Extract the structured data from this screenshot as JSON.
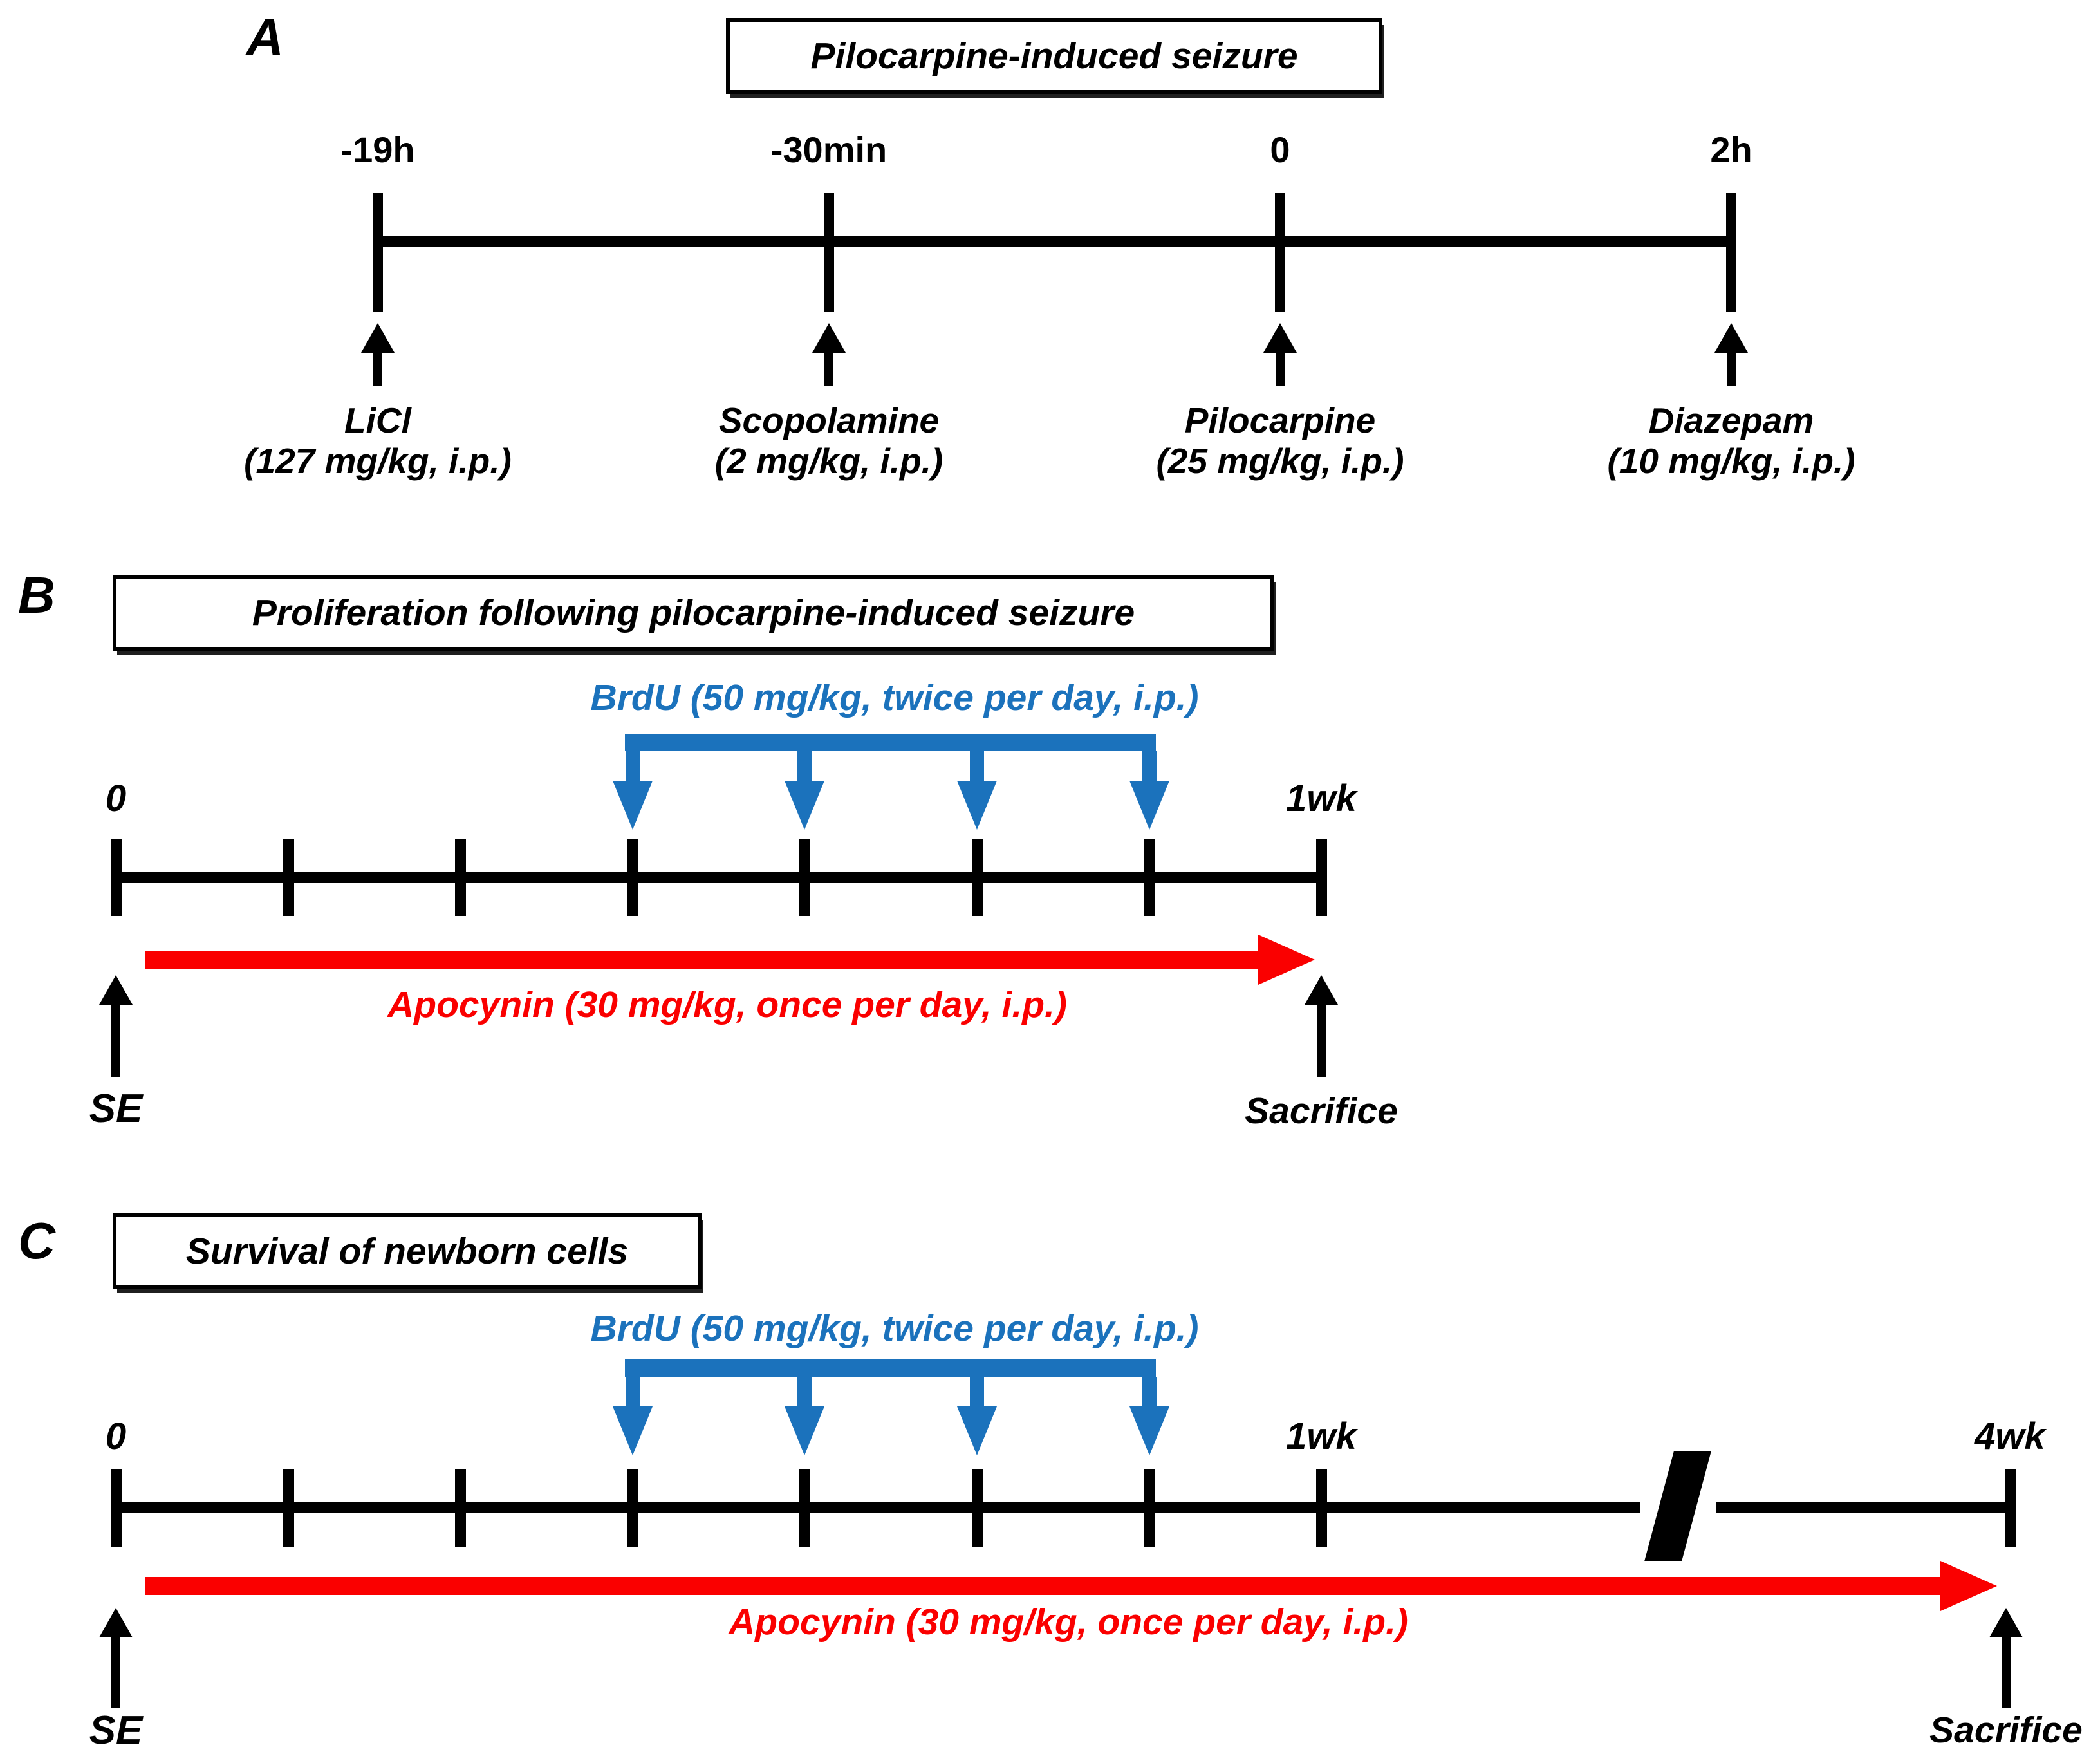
{
  "figure": {
    "background": "#ffffff",
    "colors": {
      "black": "#000000",
      "brdu_blue": "#1B72BC",
      "apocynin_red": "#FA0000"
    }
  },
  "panelA": {
    "label": "A",
    "title": "Pilocarpine-induced seizure",
    "timepoints": [
      {
        "time": "-19h",
        "drug": "LiCl",
        "dose": "(127 mg/kg, i.p.)"
      },
      {
        "time": "-30min",
        "drug": "Scopolamine",
        "dose": "(2 mg/kg, i.p.)"
      },
      {
        "time": "0",
        "drug": "Pilocarpine",
        "dose": "(25 mg/kg, i.p.)"
      },
      {
        "time": "2h",
        "drug": "Diazepam",
        "dose": "(10 mg/kg, i.p.)"
      }
    ]
  },
  "panelB": {
    "label": "B",
    "title": "Proliferation following pilocarpine-induced seizure",
    "brdu_label": "BrdU (50 mg/kg, twice per day, i.p.)",
    "apocynin_label": "Apocynin (30 mg/kg, once per day, i.p.)",
    "start_label": "0",
    "end_label": "1wk",
    "se_label": "SE",
    "sacrifice_label": "Sacrifice"
  },
  "panelC": {
    "label": "C",
    "title": "Survival of newborn cells",
    "brdu_label": "BrdU (50 mg/kg, twice per day, i.p.)",
    "apocynin_label": "Apocynin (30 mg/kg, once per day, i.p.)",
    "start_label": "0",
    "week1_label": "1wk",
    "end_label": "4wk",
    "se_label": "SE",
    "sacrifice_label": "Sacrifice"
  }
}
